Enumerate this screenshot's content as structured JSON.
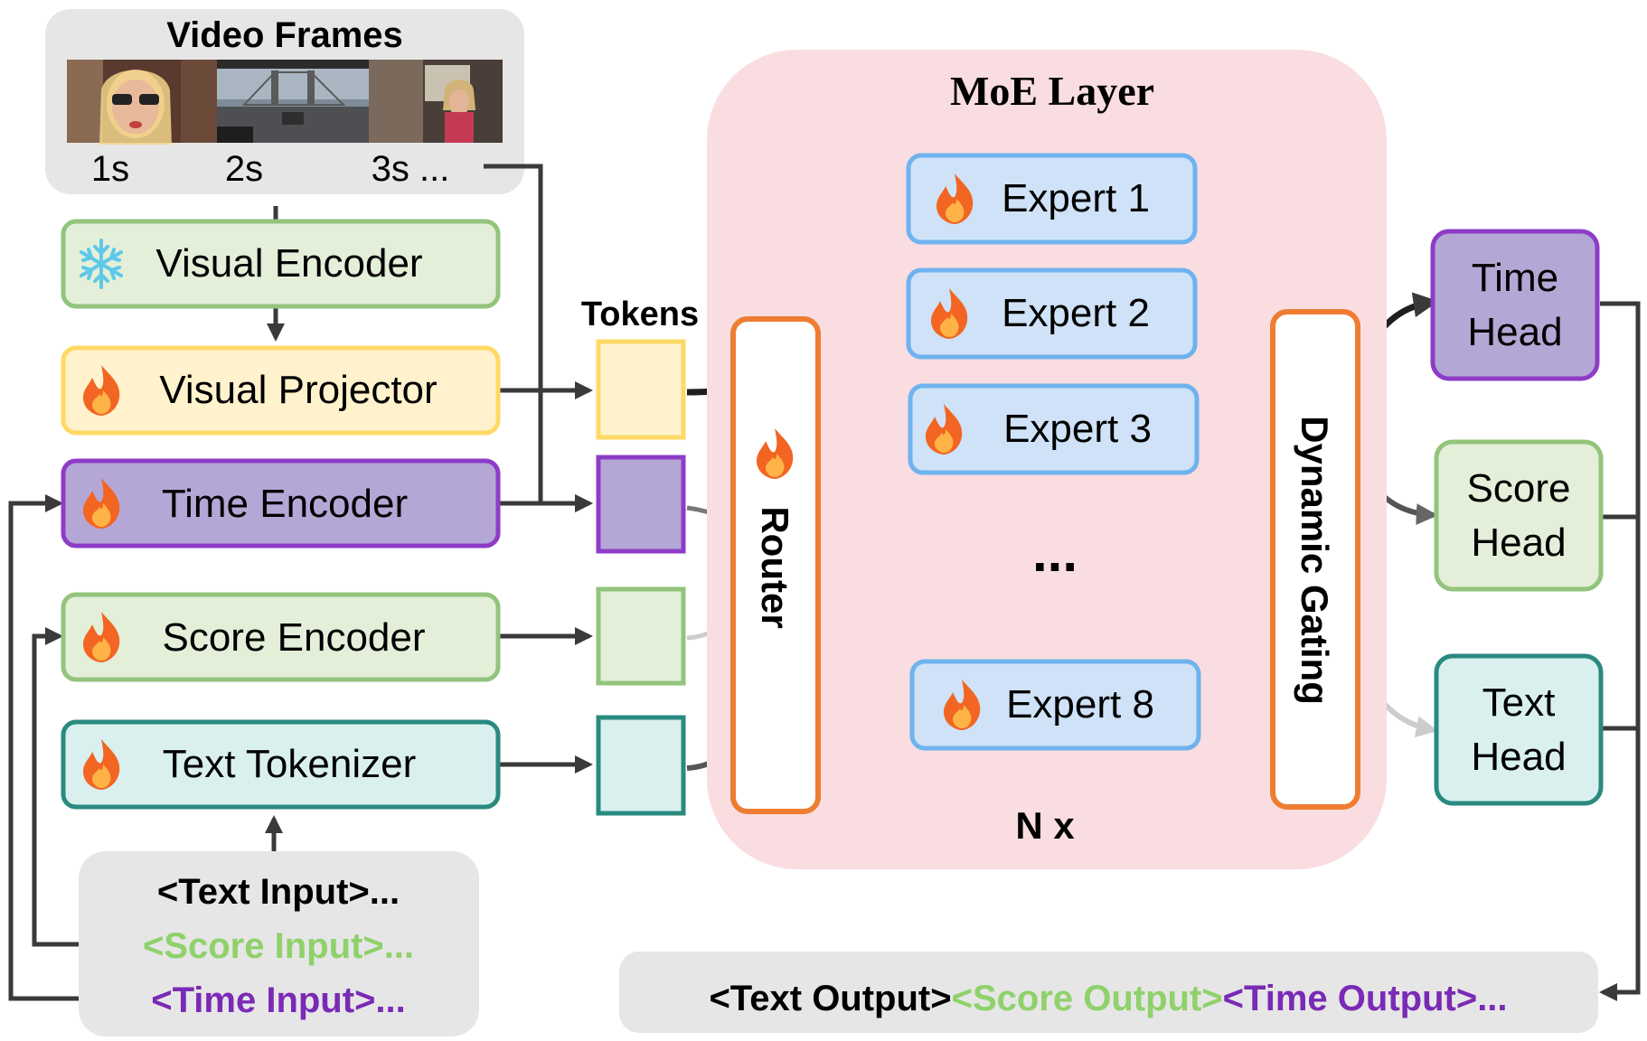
{
  "video_frames": {
    "title": "Video Frames",
    "times": [
      "1s",
      "2s",
      "3s ..."
    ],
    "frames": [
      {
        "icon": "video-frame-woman-sunglasses"
      },
      {
        "icon": "video-frame-bridge-road"
      },
      {
        "icon": "video-frame-woman-room"
      }
    ]
  },
  "encoders": [
    {
      "label": "Visual Encoder",
      "icon": "snowflake-icon",
      "fill": "#e4efd9",
      "stroke": "#93c47d"
    },
    {
      "label": "Visual Projector",
      "icon": "flame-icon",
      "fill": "#fff2cc",
      "stroke": "#ffd966"
    },
    {
      "label": "Time Encoder",
      "icon": "flame-icon",
      "fill": "#b4a7d6",
      "stroke": "#8e3cc8"
    },
    {
      "label": "Score Encoder",
      "icon": "flame-icon",
      "fill": "#e4efd9",
      "stroke": "#93c47d"
    },
    {
      "label": "Text Tokenizer",
      "icon": "flame-icon",
      "fill": "#d9f0ef",
      "stroke": "#2a8a80"
    }
  ],
  "tokens": {
    "label": "Tokens",
    "colors": [
      "#fff2cc",
      "#b4a7d6",
      "#e4efd9",
      "#d9f0ef"
    ],
    "strokes": [
      "#ffd966",
      "#8e3cc8",
      "#93c47d",
      "#2a8a80"
    ]
  },
  "moe": {
    "title": "MoE Layer",
    "router": "Router",
    "gating": "Dynamic Gating",
    "experts": [
      "Expert 1",
      "Expert 2",
      "Expert 3",
      "Expert 8"
    ],
    "ellipsis": "...",
    "repeat": "N x",
    "bg": "#f9dde1"
  },
  "heads": [
    {
      "line1": "Time",
      "line2": "Head",
      "fill": "#b4a7d6",
      "stroke": "#8e3cc8"
    },
    {
      "line1": "Score",
      "line2": "Head",
      "fill": "#e4efd9",
      "stroke": "#93c47d"
    },
    {
      "line1": "Text",
      "line2": "Head",
      "fill": "#d9f0ef",
      "stroke": "#2a8a80"
    }
  ],
  "inputs": {
    "text": "<Text Input>...",
    "score": "<Score Input>...",
    "time": "<Time Input>..."
  },
  "output": {
    "text": "<Text Output>",
    "score": "<Score Output>",
    "time": "<Time Output>..."
  },
  "colors": {
    "score_green": "#8fd16a",
    "time_purple": "#7a2ab5",
    "router_orange": "#ee7d32",
    "expert_fill": "#cfe2f7",
    "expert_stroke": "#6fb3ee",
    "arrow_dark": "#3a3a3a",
    "arrow_mid": "#666666",
    "arrow_light": "#cccccc"
  }
}
